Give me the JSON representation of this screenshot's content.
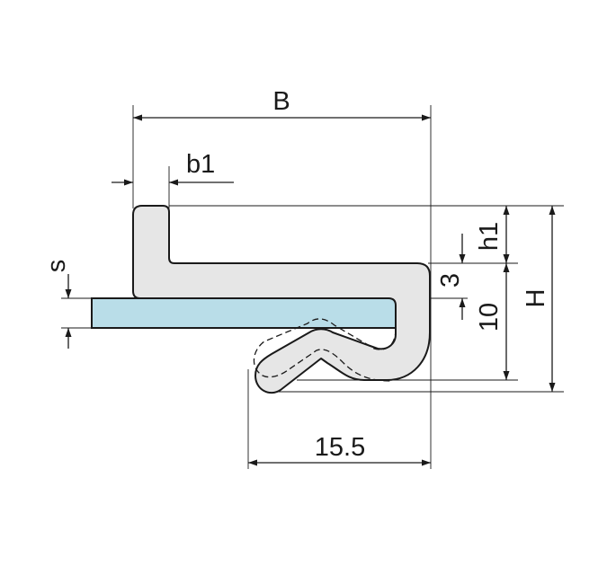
{
  "dimensions": {
    "B": "B",
    "b1": "b1",
    "s": "s",
    "h1": "h1",
    "three": "3",
    "ten": "10",
    "H": "H",
    "width_15_5": "15.5"
  },
  "colors": {
    "profile_fill": "#e6e6e6",
    "profile_stroke": "#1a1a1a",
    "panel_fill": "#b9dde8",
    "line": "#1a1a1a"
  }
}
